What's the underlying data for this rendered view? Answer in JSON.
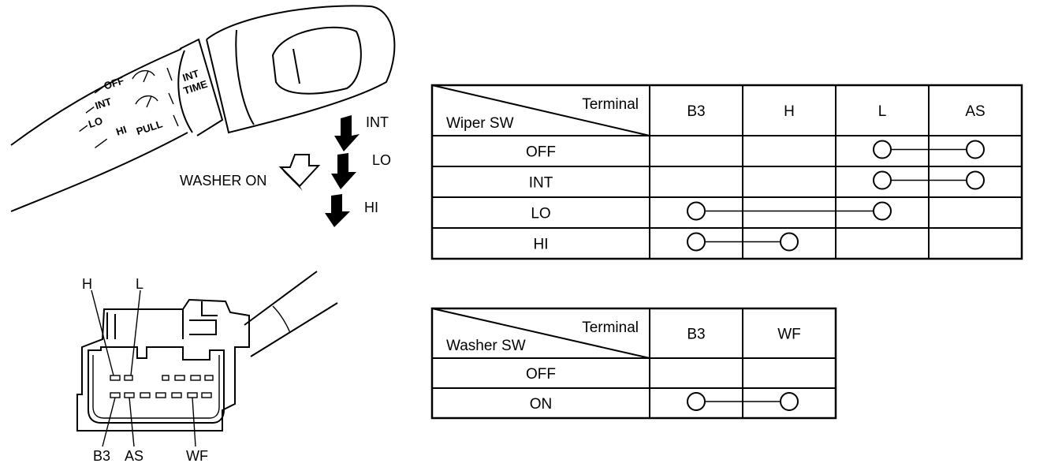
{
  "lever_positions": [
    "OFF",
    "INT",
    "LO",
    "HI"
  ],
  "lever_labels": {
    "pull": "PULL",
    "int_time_1": "INT",
    "int_time_2": "TIME"
  },
  "arrows": {
    "int": "INT",
    "lo": "LO",
    "hi": "HI",
    "washer_on": "WASHER ON"
  },
  "connector": {
    "top_terminals": [
      "H",
      "L"
    ],
    "bottom_terminals": [
      "B3",
      "AS",
      "WF"
    ]
  },
  "wiper_table": {
    "corner_top": "Terminal",
    "corner_bottom": "Wiper SW",
    "columns": [
      "B3",
      "H",
      "L",
      "AS"
    ],
    "rows": [
      {
        "label": "OFF",
        "connected": [
          2,
          3
        ]
      },
      {
        "label": "INT",
        "connected": [
          2,
          3
        ]
      },
      {
        "label": "LO",
        "connected": [
          0,
          2
        ]
      },
      {
        "label": "HI",
        "connected": [
          0,
          1
        ]
      }
    ]
  },
  "washer_table": {
    "corner_top": "Terminal",
    "corner_bottom": "Washer SW",
    "columns": [
      "B3",
      "WF"
    ],
    "rows": [
      {
        "label": "OFF",
        "connected": []
      },
      {
        "label": "ON",
        "connected": [
          0,
          1
        ]
      }
    ]
  }
}
